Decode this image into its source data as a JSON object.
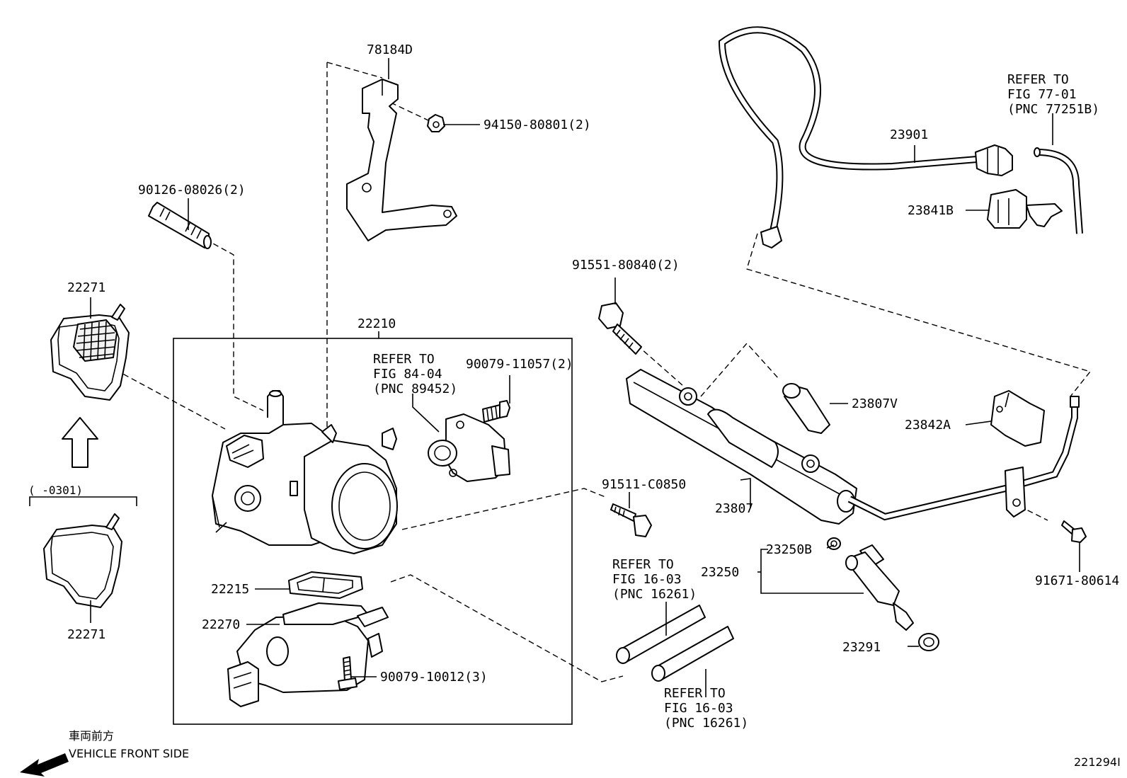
{
  "labels": {
    "l_78184D": "78184D",
    "l_94150": "94150-80801(2)",
    "l_90126": "90126-08026(2)",
    "l_22271_top": "22271",
    "l_22210": "22210",
    "l_refer_84_1": "REFER TO",
    "l_refer_84_2": "FIG 84-04",
    "l_refer_84_3": "(PNC 89452)",
    "l_90079_11057": "90079-11057(2)",
    "l_range": "(      -0301)",
    "l_22271_bot": "22271",
    "l_22215": "22215",
    "l_22270": "22270",
    "l_90079_10012": "90079-10012(3)",
    "l_refer_77_1": "REFER TO",
    "l_refer_77_2": "FIG 77-01",
    "l_refer_77_3": "(PNC 77251B)",
    "l_23901": "23901",
    "l_23841B": "23841B",
    "l_91551": "91551-80840(2)",
    "l_23807V": "23807V",
    "l_23842A": "23842A",
    "l_91511": "91511-C0850",
    "l_23807": "23807",
    "l_23250B": "23250B",
    "l_23250": "23250",
    "l_91671": "91671-80614",
    "l_refer_16a_1": "REFER TO",
    "l_refer_16a_2": "FIG 16-03",
    "l_refer_16a_3": "(PNC 16261)",
    "l_23291": "23291",
    "l_refer_16b_1": "REFER TO",
    "l_refer_16b_2": "FIG 16-03",
    "l_refer_16b_3": "(PNC 16261)",
    "l_front_jp": "車両前方",
    "l_front_en": "VEHICLE FRONT SIDE",
    "l_figid": "221294I"
  }
}
